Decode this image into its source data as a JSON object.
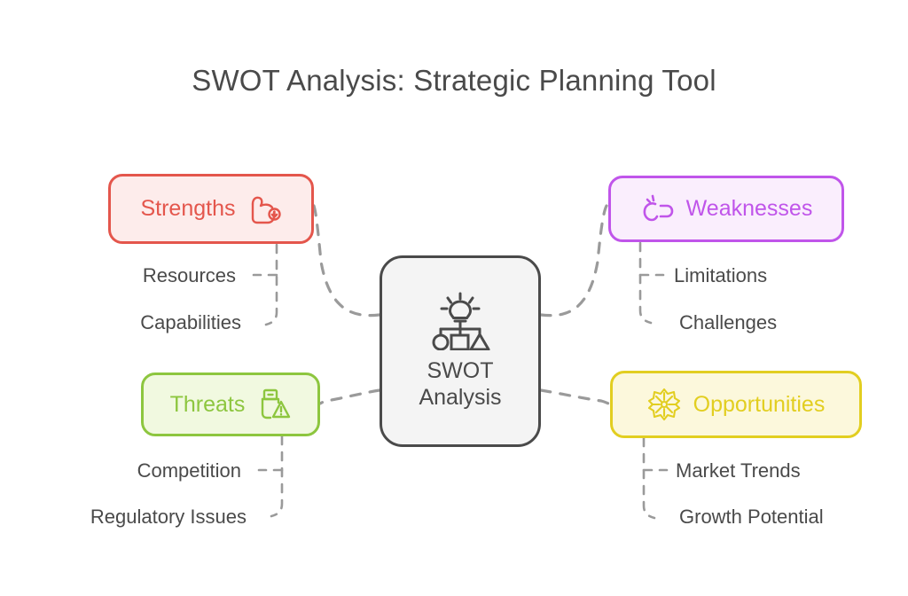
{
  "diagram": {
    "title": "SWOT Analysis: Strategic Planning Tool",
    "center": {
      "line1": "SWOT",
      "line2": "Analysis",
      "icon": "lightbulb-hierarchy-icon",
      "border_color": "#4a4a4a",
      "fill_color": "#f4f4f4"
    },
    "quadrants": [
      {
        "id": "strengths",
        "label": "Strengths",
        "icon": "flexed-bicep-icon",
        "color": "#e4564c",
        "fill": "#fdeceb",
        "children": [
          "Resources",
          "Capabilities"
        ]
      },
      {
        "id": "weaknesses",
        "label": "Weaknesses",
        "icon": "broken-link-icon",
        "color": "#c055ea",
        "fill": "#faeefd",
        "children": [
          "Limitations",
          "Challenges"
        ]
      },
      {
        "id": "threats",
        "label": "Threats",
        "icon": "usb-drive-warning-icon",
        "color": "#8dc63f",
        "fill": "#f1f9e0",
        "children": [
          "Competition",
          "Regulatory Issues"
        ]
      },
      {
        "id": "opportunities",
        "label": "Opportunities",
        "icon": "mandala-flower-icon",
        "color": "#e2ce20",
        "fill": "#fcf8dc",
        "children": [
          "Market Trends",
          "Growth Potential"
        ]
      }
    ],
    "connector_color": "#9a9a9a",
    "background_color": "#ffffff"
  }
}
